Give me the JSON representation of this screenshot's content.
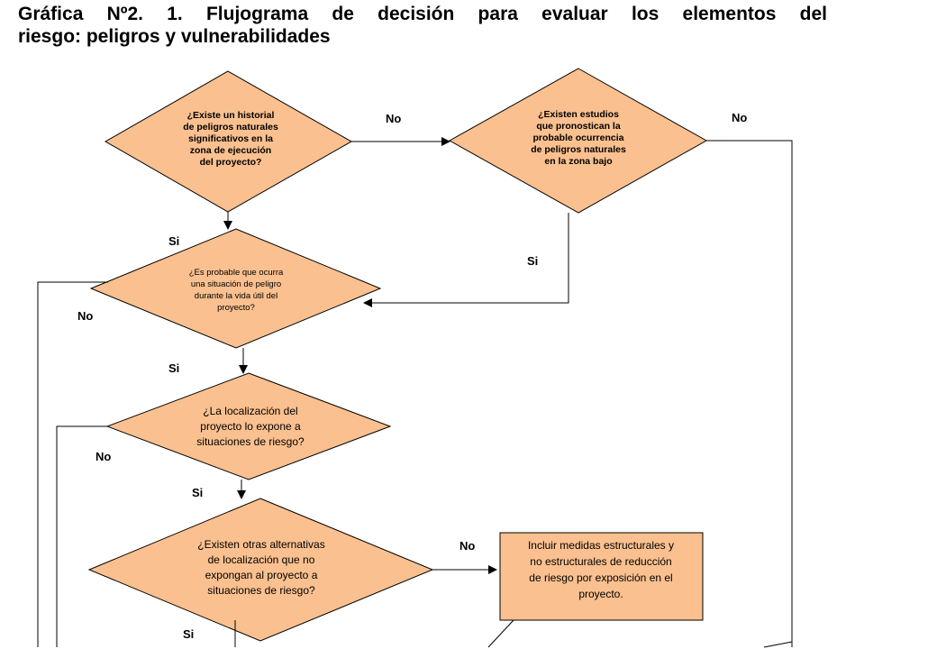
{
  "title": {
    "line1": "Gráfica Nº2. 1. Flujograma de decisión para evaluar los elementos del",
    "line2": "riesgo: peligros y vulnerabilidades"
  },
  "nodes": {
    "d1": [
      "¿Existe un historial",
      "de peligros naturales",
      "significativos en la",
      "zona de ejecución",
      "del proyecto?"
    ],
    "d2": [
      "¿Existen estudios",
      "que pronostican la",
      "probable ocurrencia",
      "de peligros naturales",
      "en la zona bajo"
    ],
    "d3": [
      "¿Es probable que ocurra",
      "una situación de peligro",
      "durante la vida útil del",
      "proyecto?"
    ],
    "d4": [
      "¿La localización del",
      "proyecto lo expone a",
      "situaciones de riesgo?"
    ],
    "d5": [
      "¿Existen otras alternativas",
      "de localización que no",
      "expongan al proyecto a",
      "situaciones de riesgo?"
    ],
    "box1": [
      "Incluir medidas estructurales y",
      "no estructurales de reducción",
      "de riesgo por exposición en el",
      "proyecto."
    ]
  },
  "edge_labels": {
    "d1_no": "No",
    "d2_no": "No",
    "d1_si": "Si",
    "d2_si": "Si",
    "d3_no": "No",
    "d3_si": "Si",
    "d4_no": "No",
    "d4_si": "Si",
    "d5_no": "No",
    "d5_si": "Si"
  },
  "colors": {
    "node_fill": "#fac08f",
    "stroke": "#000000"
  }
}
